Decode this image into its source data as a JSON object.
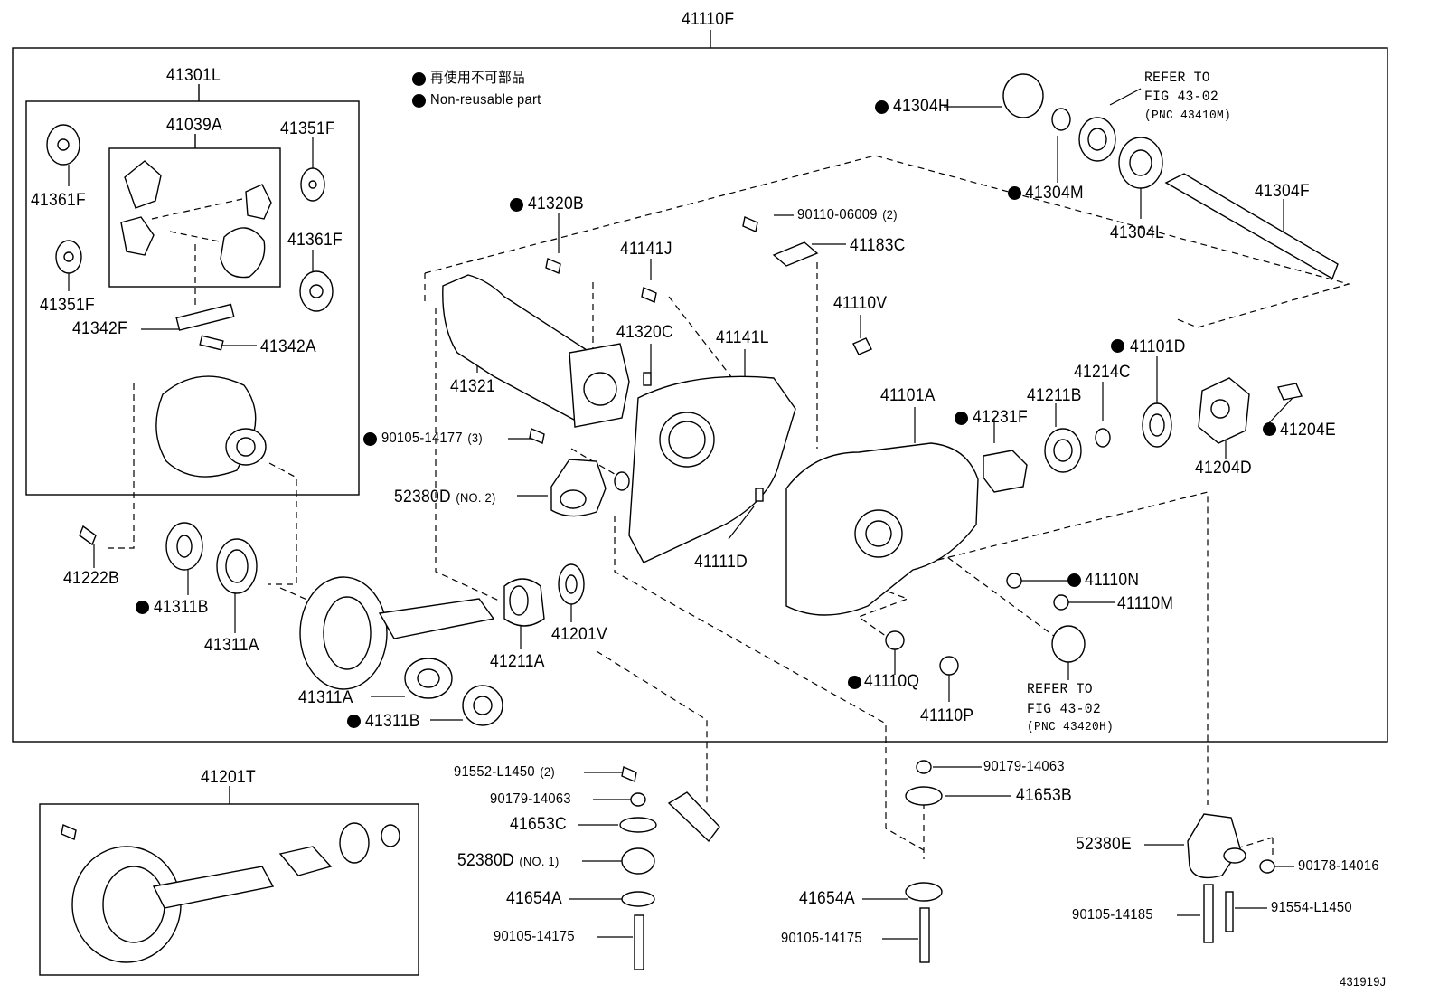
{
  "main_assembly": "41110F",
  "legend": {
    "jp": "再使用不可部品",
    "en": "Non-reusable part"
  },
  "ref_top": {
    "l1": "REFER TO",
    "l2": "FIG 43-02",
    "l3": "(PNC 43410M)"
  },
  "ref_bottom": {
    "l1": "REFER TO",
    "l2": "FIG 43-02",
    "l3": "(PNC 43420H)"
  },
  "diagram_id": "431919J",
  "parts": {
    "p41301L": "41301L",
    "p41039A": "41039A",
    "p41351F_a": "41351F",
    "p41361F_a": "41361F",
    "p41361F_b": "41361F",
    "p41351F_b": "41351F",
    "p41342F": "41342F",
    "p41342A": "41342A",
    "p41222B": "41222B",
    "p41311B_a": "41311B",
    "p41311A_a": "41311A",
    "p41311A_b": "41311A",
    "p41311B_b": "41311B",
    "p41211A": "41211A",
    "p41201V": "41201V",
    "p41320B": "41320B",
    "p41321": "41321",
    "p90105_14177": "90105-14177",
    "q90105_14177": "(3)",
    "p52380D_2": "52380D",
    "q52380D_2": "(NO. 2)",
    "p41141J": "41141J",
    "p41320C": "41320C",
    "p41141L": "41141L",
    "p41111D": "41111D",
    "p90110": "90110-06009",
    "q90110": "(2)",
    "p41183C": "41183C",
    "p41110V": "41110V",
    "p41101A": "41101A",
    "p41231F": "41231F",
    "p41211B": "41211B",
    "p41214C": "41214C",
    "p41101D": "41101D",
    "p41204D": "41204D",
    "p41204E": "41204E",
    "p41304H": "41304H",
    "p41304M": "41304M",
    "p41304L": "41304L",
    "p41304F": "41304F",
    "p41110N": "41110N",
    "p41110M": "41110M",
    "p41110Q": "41110Q",
    "p41110P": "41110P",
    "p41201T": "41201T",
    "p91552": "91552-L1450",
    "q91552": "(2)",
    "p90179_a": "90179-14063",
    "p41653C": "41653C",
    "p52380D_1": "52380D",
    "q52380D_1": "(NO. 1)",
    "p41654A_a": "41654A",
    "p90105_14175_a": "90105-14175",
    "p90179_b": "90179-14063",
    "p41653B": "41653B",
    "p41654A_b": "41654A",
    "p90105_14175_b": "90105-14175",
    "p52380E": "52380E",
    "p90178": "90178-14016",
    "p90105_14185": "90105-14185",
    "p91554": "91554-L1450"
  }
}
